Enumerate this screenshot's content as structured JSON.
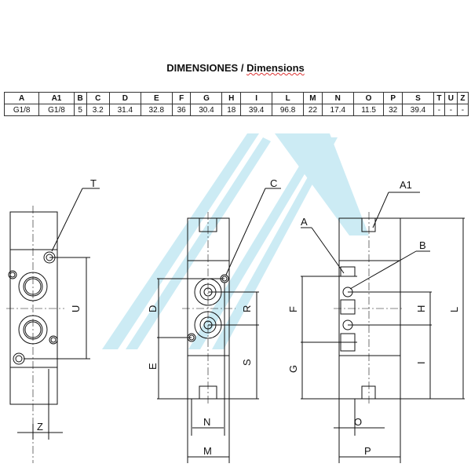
{
  "title": {
    "main": "DIMENSIONES",
    "sep": " / ",
    "sub": "Dimensions"
  },
  "table": {
    "headers": [
      "A",
      "A1",
      "B",
      "C",
      "D",
      "E",
      "F",
      "G",
      "H",
      "I",
      "L",
      "M",
      "N",
      "O",
      "P",
      "S",
      "T",
      "U",
      "Z"
    ],
    "values": [
      "G1/8",
      "G1/8",
      "5",
      "3.2",
      "31.4",
      "32.8",
      "36",
      "30.4",
      "18",
      "39.4",
      "96.8",
      "22",
      "17.4",
      "11.5",
      "32",
      "39.4",
      "-",
      "-",
      "-"
    ]
  },
  "drawing": {
    "labels": {
      "T": "T",
      "U": "U",
      "Z": "Z",
      "C": "C",
      "D": "D",
      "E": "E",
      "R": "R",
      "S": "S",
      "N": "N",
      "M": "M",
      "A1": "A1",
      "A": "A",
      "B": "B",
      "F": "F",
      "G": "G",
      "H": "H",
      "I": "I",
      "L": "L",
      "O": "O",
      "P": "P"
    }
  },
  "colors": {
    "watermark": "#8fd3e8",
    "line": "#111111"
  }
}
